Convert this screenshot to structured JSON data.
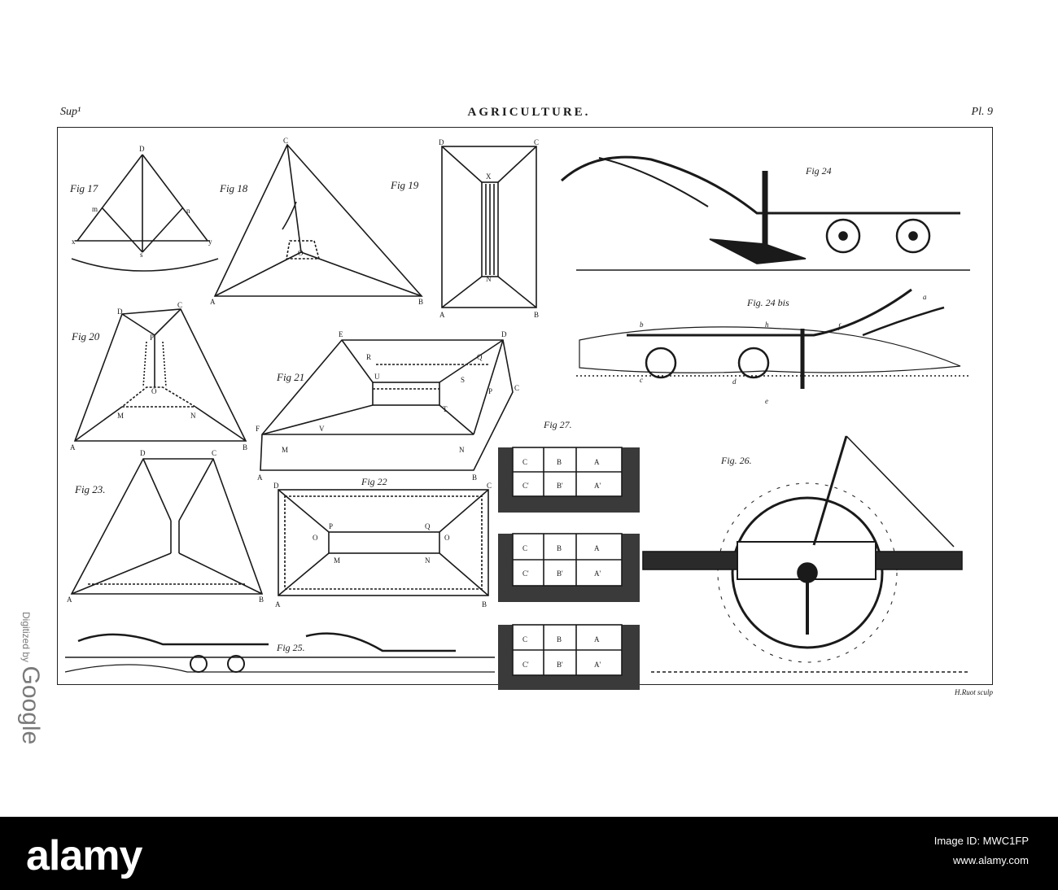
{
  "header": {
    "left": "Sup¹",
    "center": "AGRICULTURE.",
    "right": "Pl. 9"
  },
  "figures": {
    "fig17": {
      "title": "Fig 17",
      "points": [
        "D",
        "m",
        "n",
        "x",
        "y",
        "s"
      ]
    },
    "fig18": {
      "title": "Fig 18",
      "points": [
        "C",
        "A",
        "B",
        "O"
      ]
    },
    "fig19": {
      "title": "Fig 19",
      "points": [
        "D",
        "C",
        "X",
        "N",
        "A",
        "B"
      ]
    },
    "fig20": {
      "title": "Fig 20",
      "points": [
        "D",
        "C",
        "P",
        "O",
        "M",
        "N",
        "A",
        "B"
      ]
    },
    "fig21": {
      "title": "Fig 21",
      "points": [
        "E",
        "R",
        "D",
        "Q",
        "U",
        "S",
        "P",
        "C",
        "F",
        "V",
        "T",
        "M",
        "N",
        "A",
        "B"
      ]
    },
    "fig22": {
      "title": "Fig 22",
      "points": [
        "D",
        "C",
        "P",
        "Q",
        "O",
        "O",
        "M",
        "N",
        "A",
        "B"
      ]
    },
    "fig23": {
      "title": "Fig 23.",
      "points": [
        "D",
        "C",
        "A",
        "B"
      ]
    },
    "fig24": {
      "title": "Fig 24"
    },
    "fig24bis": {
      "title": "Fig. 24 bis",
      "points": [
        "a",
        "b",
        "h",
        "f",
        "c",
        "d",
        "e"
      ]
    },
    "fig25": {
      "title": "Fig 25."
    },
    "fig26": {
      "title": "Fig. 26."
    },
    "fig27": {
      "title": "Fig 27.",
      "blocks": [
        [
          "C",
          "B",
          "A",
          "C'",
          "B'",
          "A'"
        ],
        [
          "C",
          "B",
          "A",
          "C'",
          "B'",
          "A'"
        ],
        [
          "C",
          "B",
          "A",
          "C'",
          "B'",
          "A'"
        ]
      ]
    }
  },
  "signature": "H.Ruot sculp",
  "watermark": {
    "small": "Digitized by",
    "big": "Google"
  },
  "footer": {
    "brand": "alamy",
    "image_id": "Image ID: MWC1FP",
    "url": "www.alamy.com"
  },
  "colors": {
    "ink": "#1a1a1a",
    "footer_bg": "#000000",
    "watermark": "#7a7a7a"
  }
}
